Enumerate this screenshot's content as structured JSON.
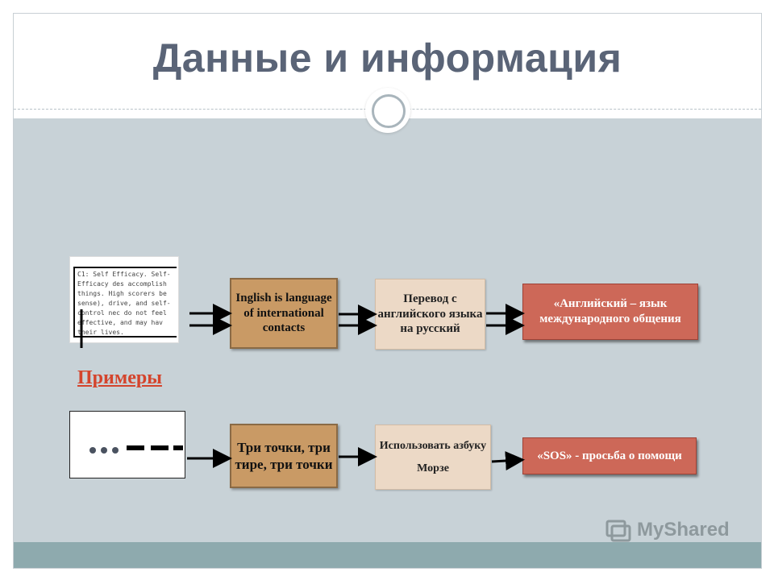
{
  "slide": {
    "title": "Данные и информация"
  },
  "row1": {
    "document_text": "C1: Self Efficacy. Self-Efficacy des accomplish things. High scorers be sense), drive, and self-control nec do not feel effective, and may hav their lives.",
    "box1": "Inglish is language of international contacts",
    "box2": "Перевод с английского языка на русский",
    "box3": "«Английский – язык международного общения"
  },
  "examples_label": "Примеры",
  "row2": {
    "box1": "Три точки, три тире, три точки",
    "box2_line1": "Использовать азбуку",
    "box2_line2": "Морзе",
    "box3": "«SOS» - просьба о помощи"
  },
  "watermark": {
    "text": "MyShared"
  },
  "colors": {
    "title": "#5a6477",
    "content_bg": "#c8d2d7",
    "footer": "#8eaaae",
    "brown_box": "#c99a65",
    "beige_box": "#ecd9c6",
    "red_box": "#cd6858",
    "examples_label": "#d4442c"
  },
  "icons": [
    "circle-ornament-icon",
    "morse-dot-icon",
    "morse-dash-icon",
    "arrow-right-icon",
    "myshared-logo-icon"
  ]
}
